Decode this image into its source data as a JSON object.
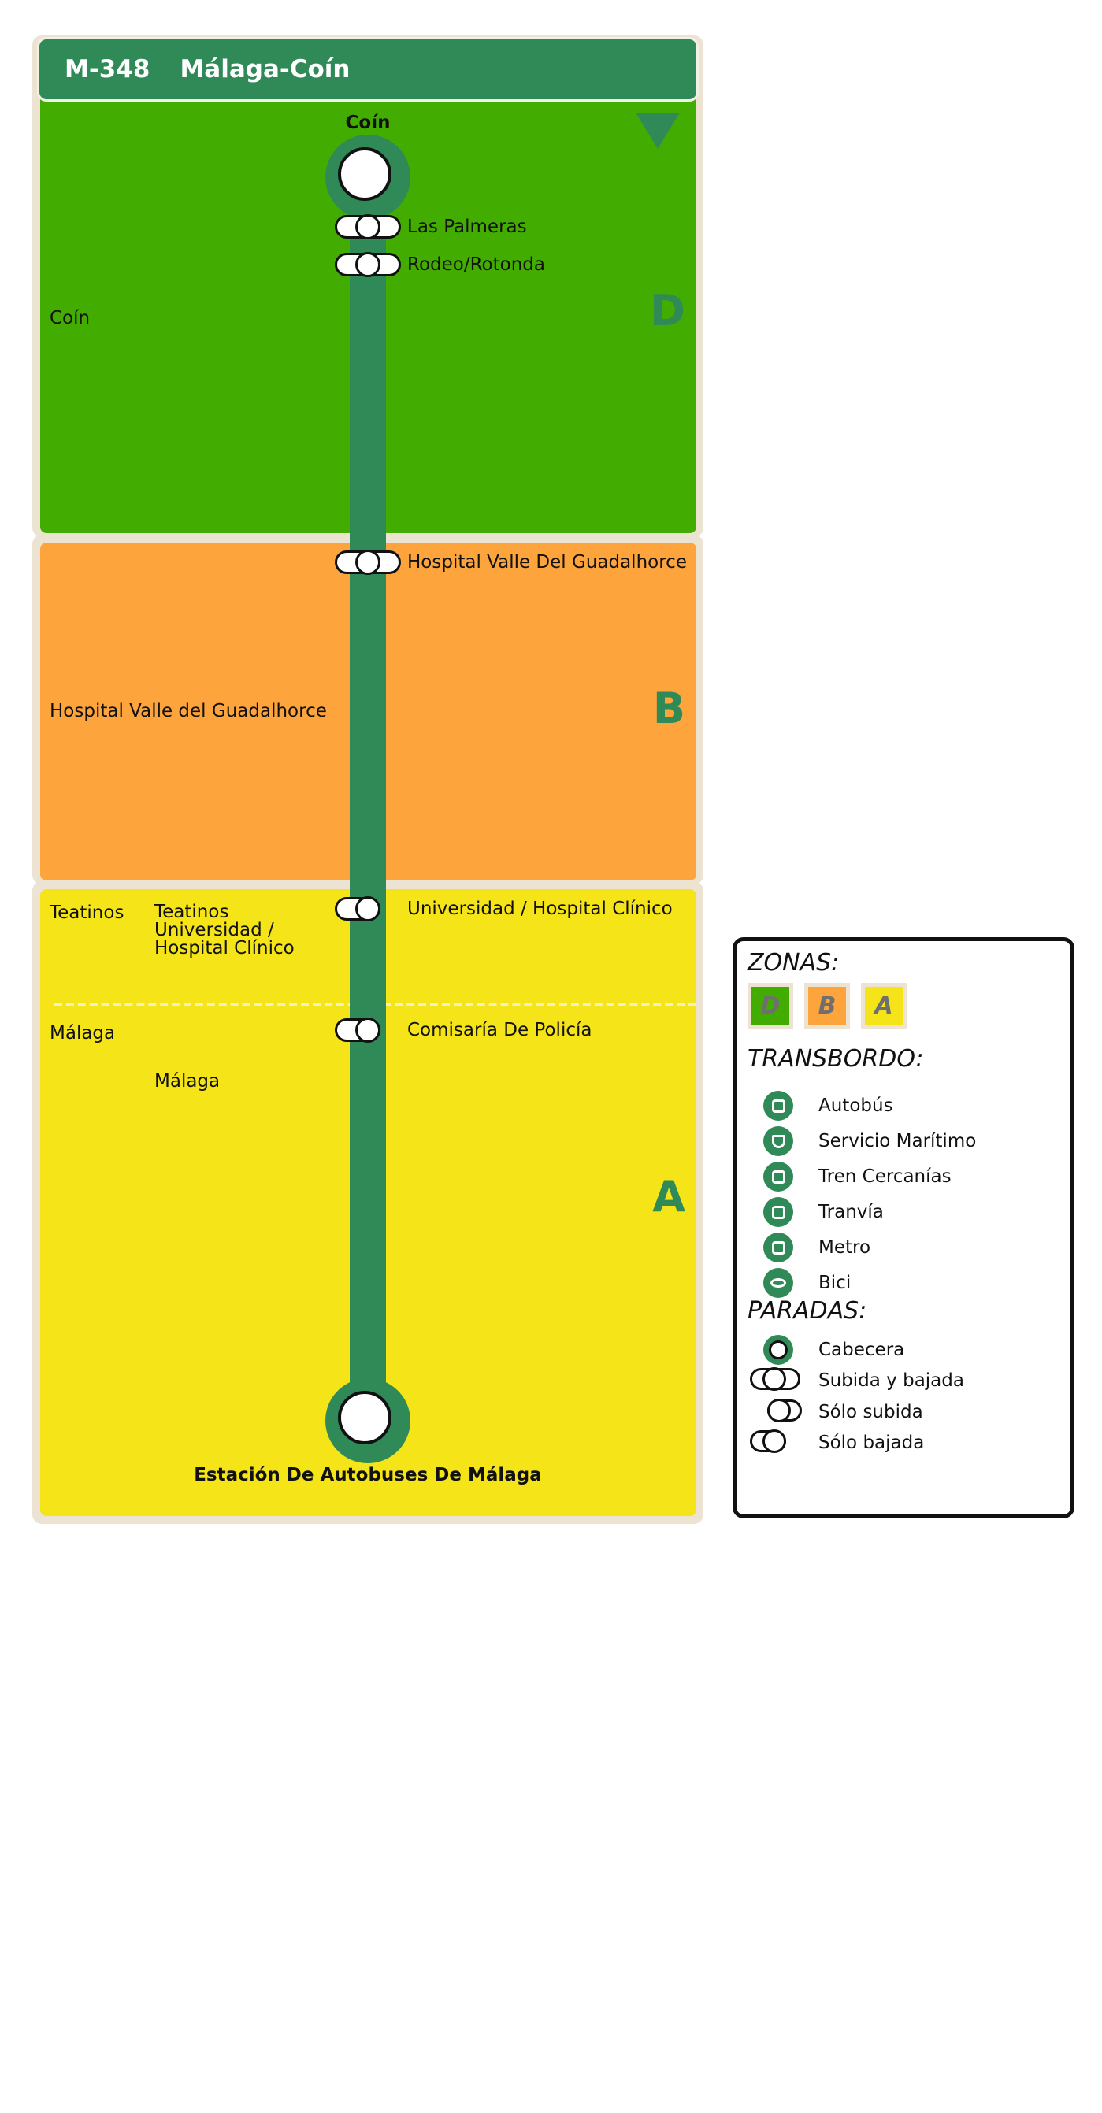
{
  "header": {
    "code": "M-348",
    "title": "Málaga-Coín"
  },
  "colors": {
    "route": "#2f8a57",
    "zone_D": "#43ac00",
    "zone_B": "#fea43d",
    "zone_A": "#f5e417",
    "frame": "#ede3d3"
  },
  "zones": {
    "D": {
      "letter": "D",
      "municipality": "Coín"
    },
    "B": {
      "letter": "B",
      "municipality": "Hospital Valle del Guadalhorce"
    },
    "A": {
      "letter": "A",
      "municipality_top": "Teatinos",
      "municipality_top_sub": "Teatinos\nUniversidad /\nHospital Clínico",
      "municipality_bottom": "Málaga",
      "municipality_bottom_sub": "Málaga"
    }
  },
  "route": {
    "origin": "Coín",
    "destination": "Estación De Autobuses De Málaga",
    "stops": [
      {
        "name": "Las Palmeras",
        "type": "Subida y bajada"
      },
      {
        "name": "Rodeo/Rotonda",
        "type": "Subida y bajada"
      },
      {
        "name": "Hospital Valle Del Guadalhorce",
        "type": "Subida y bajada"
      },
      {
        "name": "Universidad / Hospital Clínico",
        "type": "Sólo bajada"
      },
      {
        "name": "Comisaría De Policía",
        "type": "Sólo bajada"
      }
    ]
  },
  "legend": {
    "zones_title": "ZONAS:",
    "zones": [
      "D",
      "B",
      "A"
    ],
    "transfer_title": "TRANSBORDO:",
    "transfers": [
      {
        "label": "Autobús",
        "icon": "bus-icon"
      },
      {
        "label": "Servicio Marítimo",
        "icon": "ferry-icon"
      },
      {
        "label": "Tren Cercanías",
        "icon": "train-icon"
      },
      {
        "label": "Tranvía",
        "icon": "tram-icon"
      },
      {
        "label": "Metro",
        "icon": "metro-icon"
      },
      {
        "label": "Bici",
        "icon": "bicycle-icon"
      }
    ],
    "stops_title": "PARADAS:",
    "stop_types": [
      "Cabecera",
      "Subida y bajada",
      "Sólo subida",
      "Sólo bajada"
    ]
  }
}
